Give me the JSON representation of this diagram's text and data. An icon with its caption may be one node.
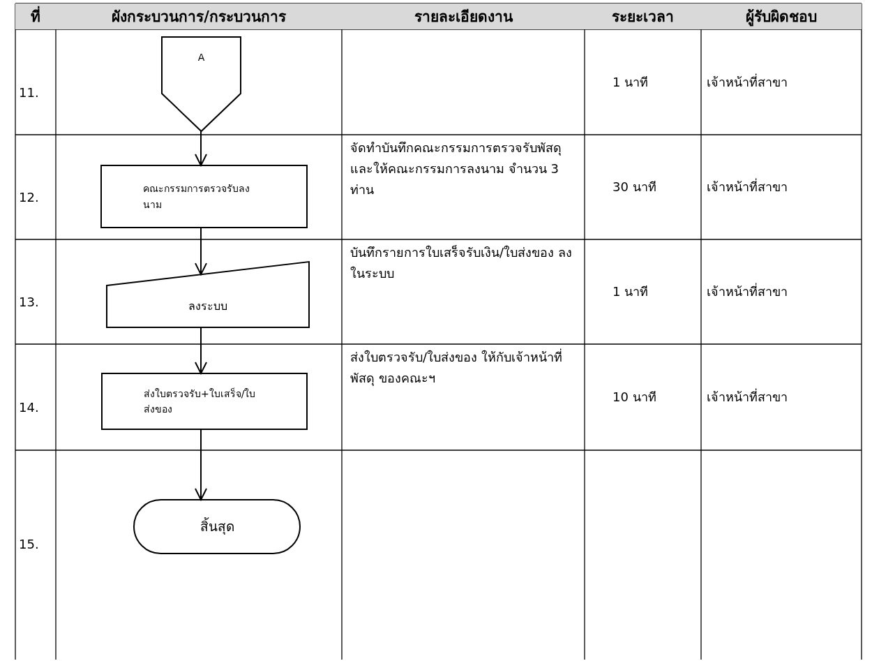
{
  "diagram": {
    "nodes": [
      {
        "text": [
          "A"
        ]
      },
      {
        "text": [
          "คณะกรรมการตรวจรับลงนาม"
        ]
      },
      {
        "text": [
          "ลงระบบ"
        ]
      },
      {
        "text": [
          "ส่งใบตรวจรับ+ใบเสร็จ/ใบส่งของ"
        ]
      },
      {
        "text": [
          "สิ้นสุด"
        ]
      }
    ],
    "edges": [
      {
        "from": 0,
        "to": 1,
        "arrow": "to"
      },
      {
        "from": 1,
        "to": 2,
        "arrow": "to"
      },
      {
        "from": 2,
        "to": 3,
        "arrow": "to"
      },
      {
        "from": 3,
        "to": 4,
        "arrow": "to"
      }
    ],
    "labels": [
      "ที่",
      "ผังกระบวนการ/กระบวนการ",
      "รายละเอียดงาน",
      "ระยะเวลา",
      "ผู้รับผิดชอบ",
      "11.",
      "1 นาที",
      "เจ้าหน้าที่สาขา",
      "12.",
      "จัดทำบันทึกคณะกรรมการตรวจรับพัสดุ และให้คณะกรรมการลงนาม จำนวน 3 ท่าน",
      "30 นาที",
      "เจ้าหน้าที่สาขา",
      "13.",
      "บันทึกรายการใบเสร็จรับเงิน/ใบส่งของ ลงในระบบ",
      "1 นาที",
      "เจ้าหน้าที่สาขา",
      "14.",
      "ส่งใบตรวจรับ/ใบส่งของ ให้กับเจ้าหน้าที่พัสดุ ของคณะฯ",
      "10 นาที",
      "เจ้าหน้าที่สาขา",
      "15."
    ]
  }
}
